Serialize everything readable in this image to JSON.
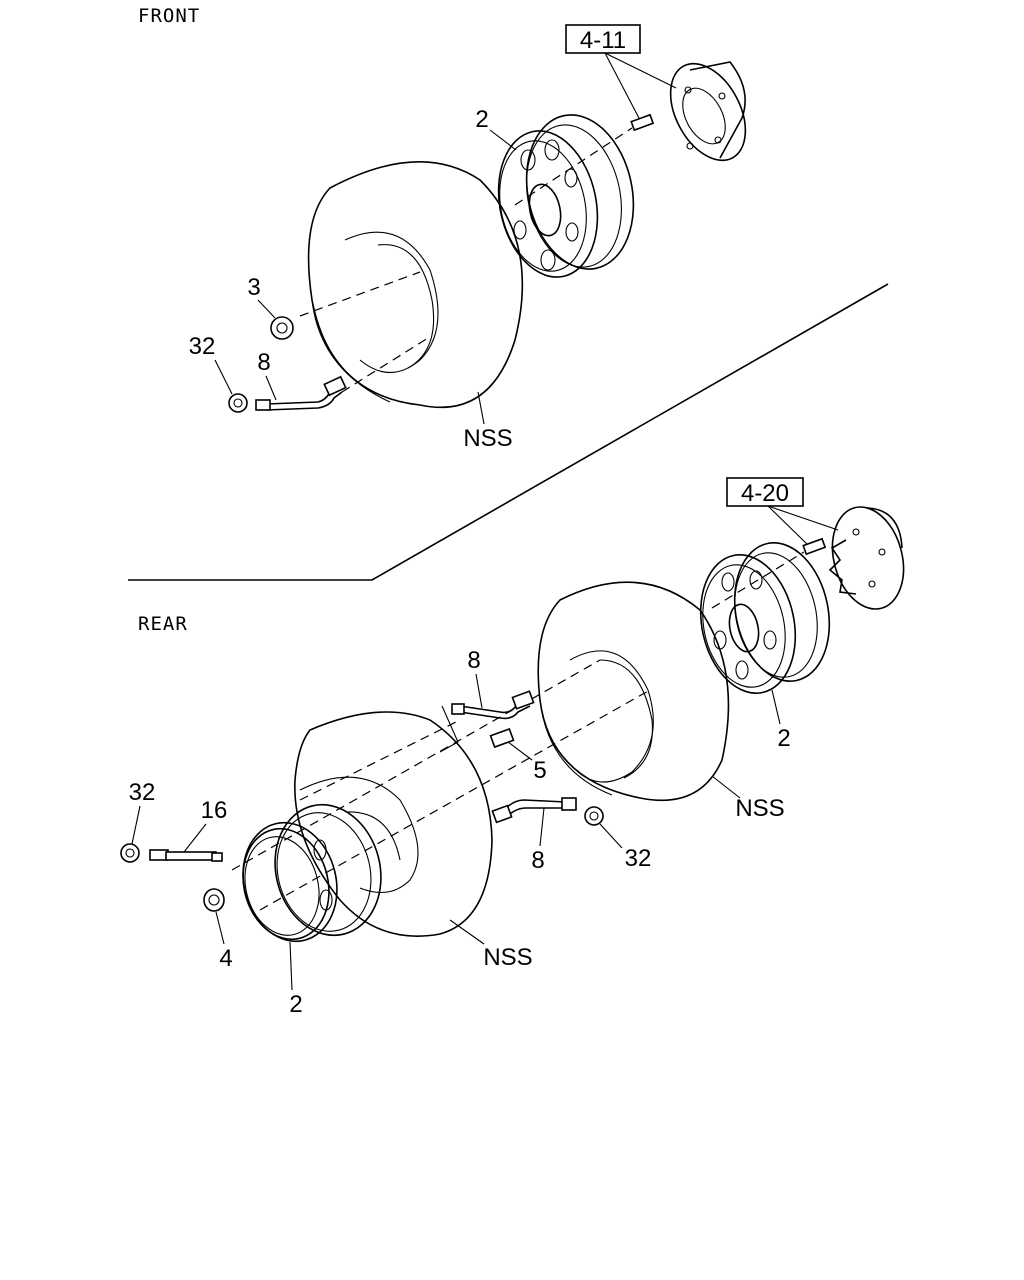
{
  "sections": {
    "front": "FRONT",
    "rear": "REAR"
  },
  "refs": {
    "front_hub": "4-11",
    "rear_hub": "4-20"
  },
  "front_callouts": {
    "wheel": "2",
    "nut": "3",
    "cap": "32",
    "valve_ext": "8",
    "tire": "NSS"
  },
  "rear_callouts": {
    "outer_wheel": "2",
    "inner_valve_ext": "8",
    "valve": "5",
    "inner_tire": "NSS",
    "cap_left": "32",
    "extension": "16",
    "outer_valve_ext": "8",
    "cap_right": "32",
    "nut": "4",
    "inner_wheel": "2",
    "outer_tire": "NSS"
  }
}
